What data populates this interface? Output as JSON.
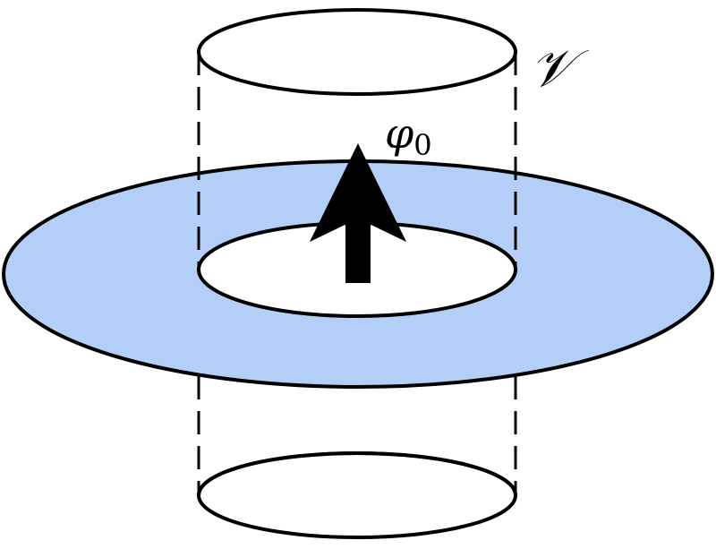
{
  "labels": {
    "volume": "𝒱",
    "flux_symbol": "φ",
    "flux_subscript": "0"
  },
  "colors": {
    "disk_fill": "#b3cef7",
    "hole_fill": "#ffffff",
    "line": "#000000",
    "arrow": "#000000"
  },
  "icons": {
    "flux_arrow": "arrow-up-icon"
  }
}
